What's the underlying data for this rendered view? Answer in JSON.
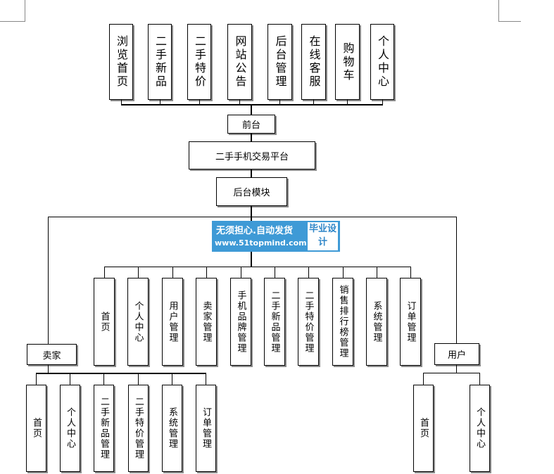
{
  "front_items": [
    {
      "label": "浏览首页"
    },
    {
      "label": "二手新品"
    },
    {
      "label": "二手特价"
    },
    {
      "label": "网站公告"
    },
    {
      "label": "后台管理"
    },
    {
      "label": "在线客服"
    },
    {
      "label": "购物车"
    },
    {
      "label": "个人中心"
    }
  ],
  "front_label": "前台",
  "platform_label": "二手手机交易平台",
  "backend_label": "后台模块",
  "watermark": {
    "line1": "无须担心.自动发货",
    "line2": "www.51topmind.com",
    "badge": "毕业设计"
  },
  "admin_items": [
    {
      "label": "首页"
    },
    {
      "label": "个人中心"
    },
    {
      "label": "用户管理"
    },
    {
      "label": "卖家管理"
    },
    {
      "label": "手机品牌管理"
    },
    {
      "label": "二手新品管理"
    },
    {
      "label": "二手特价管理"
    },
    {
      "label": "销售排行榜管理"
    },
    {
      "label": "系统管理"
    },
    {
      "label": "订单管理"
    }
  ],
  "seller_label": "卖家",
  "seller_items": [
    {
      "label": "首页"
    },
    {
      "label": "个人中心"
    },
    {
      "label": "二手新品管理"
    },
    {
      "label": "二手特价管理"
    },
    {
      "label": "系统管理"
    },
    {
      "label": "订单管理"
    }
  ],
  "user_label": "用户",
  "user_items": [
    {
      "label": "首页"
    },
    {
      "label": "个人中心"
    }
  ],
  "colors": {
    "line": "#000000",
    "box_border": "#000000",
    "box_shadow": "#8c8c8c",
    "watermark_bg": "#3e9ad6",
    "watermark_badge_text": "#2e86c8"
  }
}
